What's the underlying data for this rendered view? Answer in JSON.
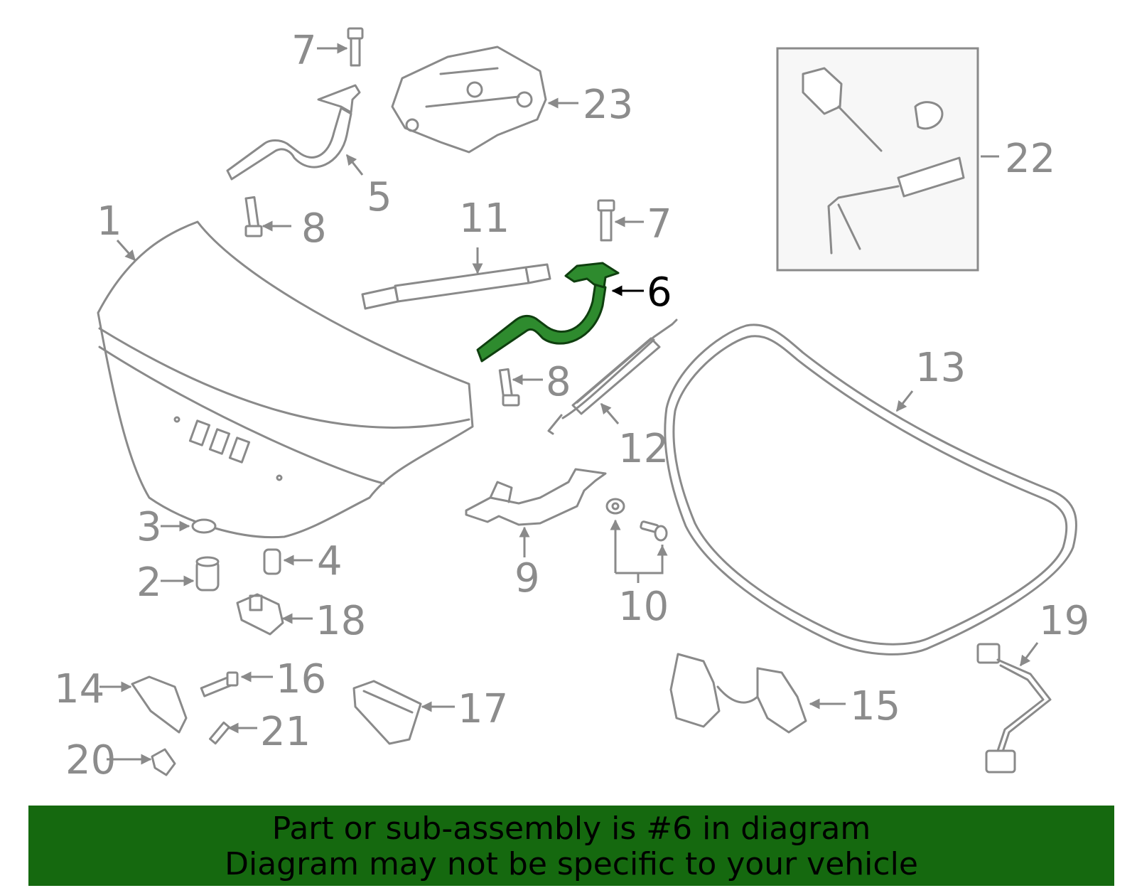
{
  "diagram": {
    "highlighted_part": "6",
    "callouts": [
      "1",
      "2",
      "3",
      "4",
      "5",
      "6",
      "7",
      "7",
      "8",
      "8",
      "9",
      "10",
      "11",
      "12",
      "13",
      "14",
      "15",
      "16",
      "17",
      "18",
      "19",
      "20",
      "21",
      "22",
      "23"
    ]
  },
  "banner": {
    "line1": "Part or sub-assembly is #6 in diagram",
    "line2": "Diagram may not be specific to your vehicle"
  },
  "colors": {
    "highlight": "#2e8b2e",
    "banner": "#15690f",
    "line_art": "#8a8a8a"
  }
}
